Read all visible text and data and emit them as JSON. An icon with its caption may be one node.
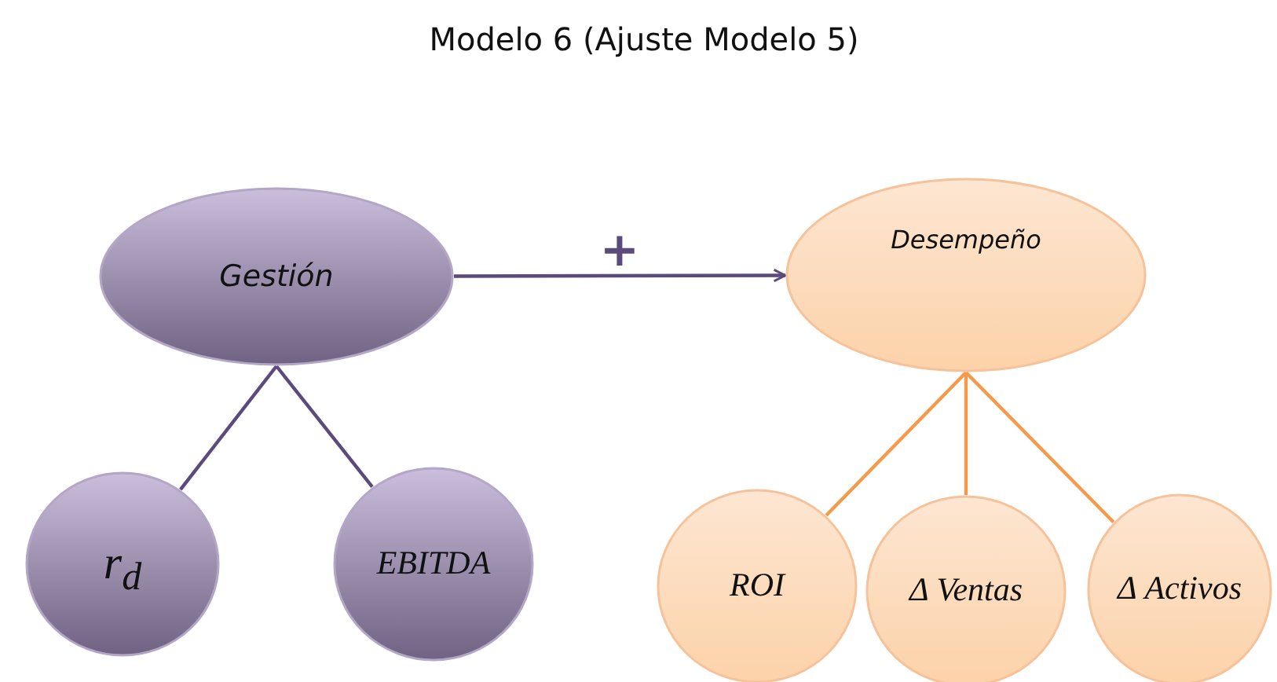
{
  "diagram": {
    "title": "Modelo 6 (Ajuste Modelo 5)",
    "nodes": [
      {
        "text": [
          "Gestión"
        ]
      },
      {
        "text": [
          "Desempeño"
        ]
      },
      {
        "text": [
          "r$_{d}$"
        ]
      },
      {
        "text": [
          "EBITDA"
        ]
      },
      {
        "text": [
          "ROI"
        ]
      },
      {
        "text": [
          "Δ *Ventas*"
        ]
      },
      {
        "text": [
          "Δ *Activos*"
        ]
      }
    ],
    "edges": [
      {
        "from": 0,
        "to": 1,
        "arrow": "to",
        "label": "+",
        "color": "#5b4a7c"
      },
      {
        "from": 0,
        "to": 2,
        "arrow": "none",
        "color": "#5b4a7c"
      },
      {
        "from": 0,
        "to": 3,
        "arrow": "none",
        "color": "#5b4a7c"
      },
      {
        "from": 1,
        "to": 4,
        "arrow": "none",
        "color": "#f59a4a"
      },
      {
        "from": 1,
        "to": 5,
        "arrow": "none",
        "color": "#f59a4a"
      },
      {
        "from": 1,
        "to": 6,
        "arrow": "none",
        "color": "#f59a4a"
      }
    ]
  }
}
